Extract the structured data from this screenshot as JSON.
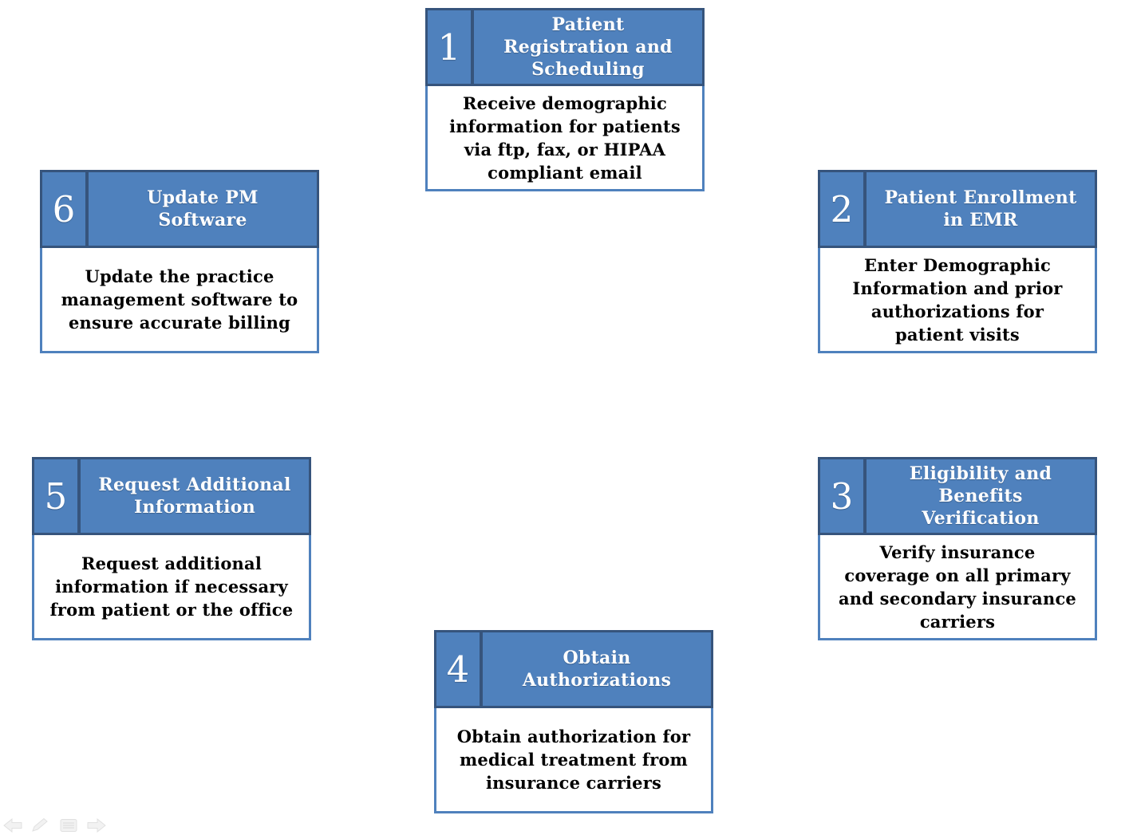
{
  "diagram": {
    "type": "process-cycle",
    "colors": {
      "header_fill": "#4f81bd",
      "header_border": "#36547c",
      "body_border": "#4f81bd",
      "header_text": "#ffffff",
      "body_text": "#000000",
      "background": "#ffffff"
    },
    "boxes": [
      {
        "number": "1",
        "title": "Patient\nRegistration and\nScheduling",
        "description": "Receive demographic\ninformation for patients\nvia ftp, fax, or HIPAA\ncompliant email"
      },
      {
        "number": "2",
        "title": "Patient Enrollment\nin EMR",
        "description": "Enter Demographic\nInformation and prior\nauthorizations for\npatient visits"
      },
      {
        "number": "3",
        "title": "Eligibility and\nBenefits\nVerification",
        "description": "Verify insurance\ncoverage on all primary\nand secondary insurance\ncarriers"
      },
      {
        "number": "4",
        "title": "Obtain\nAuthorizations",
        "description": "Obtain authorization for\nmedical treatment from\ninsurance carriers"
      },
      {
        "number": "5",
        "title": "Request Additional\nInformation",
        "description": "Request additional\ninformation if necessary\nfrom patient or the office"
      },
      {
        "number": "6",
        "title": "Update PM\nSoftware",
        "description": "Update the practice\nmanagement software to\nensure accurate billing"
      }
    ],
    "nav_icons": [
      "previous-slide-arrow-icon",
      "pen-annotation-icon",
      "slide-menu-icon",
      "next-slide-arrow-icon"
    ]
  }
}
